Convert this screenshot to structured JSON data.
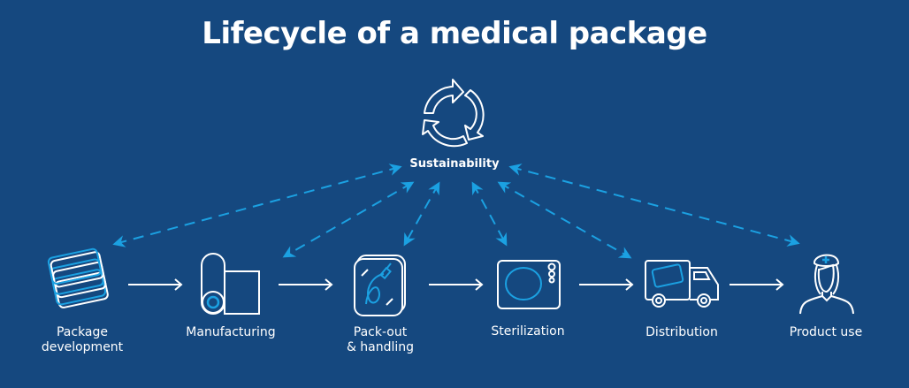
{
  "title": "Lifecycle of a medical package",
  "hub": {
    "label": "Sustainability",
    "icon": "recycle-arrows-icon"
  },
  "stages": [
    {
      "label_lines": [
        "Package",
        "development"
      ],
      "icon": "stacked-trays-icon"
    },
    {
      "label_lines": [
        "Manufacturing"
      ],
      "icon": "material-roll-icon"
    },
    {
      "label_lines": [
        "Pack-out",
        "& handling"
      ],
      "icon": "sealed-pack-icon"
    },
    {
      "label_lines": [
        "Sterilization"
      ],
      "icon": "sterilizer-icon"
    },
    {
      "label_lines": [
        "Distribution"
      ],
      "icon": "delivery-truck-icon"
    },
    {
      "label_lines": [
        "Product use"
      ],
      "icon": "nurse-icon"
    }
  ],
  "colors": {
    "background": "#15487f",
    "accent": "#1ba1e2",
    "line": "#ffffff"
  }
}
